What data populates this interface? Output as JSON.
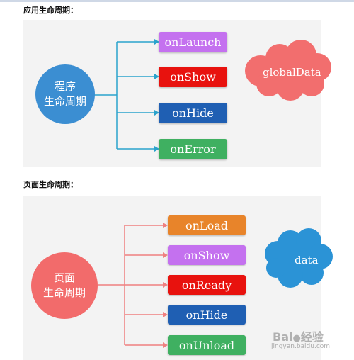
{
  "app_section": {
    "title": "应用生命周期：",
    "center_line1": "程序",
    "center_line2": "生命周期",
    "circle_color": "#3b8ed2",
    "connector_color": "#2aa3cc",
    "buttons": [
      {
        "label": "onLaunch",
        "color": "#c471ef"
      },
      {
        "label": "onShow",
        "color": "#e8120e"
      },
      {
        "label": "onHide",
        "color": "#1f5fb3"
      },
      {
        "label": "onError",
        "color": "#3fb061"
      }
    ],
    "cloud_label": "globalData",
    "cloud_color": "#f26e6e"
  },
  "page_section": {
    "title": "页面生命周期：",
    "center_line1": "页面",
    "center_line2": "生命周期",
    "circle_color": "#f26b6b",
    "connector_color": "#f08080",
    "buttons": [
      {
        "label": "onLoad",
        "color": "#e8842a"
      },
      {
        "label": "onShow",
        "color": "#c471ef"
      },
      {
        "label": "onReady",
        "color": "#e8120e"
      },
      {
        "label": "onHide",
        "color": "#1f5fb3"
      },
      {
        "label": "onUnload",
        "color": "#3fb061"
      }
    ],
    "cloud_label": "data",
    "cloud_color": "#2b93d6"
  },
  "watermark": {
    "brand": "Bai",
    "brand_cn": "经验",
    "url": "jingyan.baidu.com"
  }
}
